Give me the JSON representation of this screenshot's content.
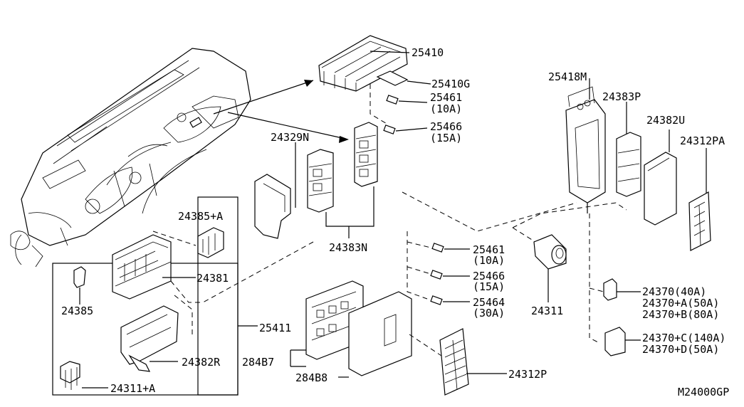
{
  "diagram_id": "M24000GP",
  "labels": {
    "p25410": "25410",
    "p25410G": "25410G",
    "p25461a": "25461",
    "p25461a_rating": "(10A)",
    "p25466a": "25466",
    "p25466a_rating": "(15A)",
    "p24329N": "24329N",
    "p24383N": "24383N",
    "p25418M": "25418M",
    "p24383P": "24383P",
    "p24382U": "24382U",
    "p24312PA": "24312PA",
    "p24385A": "24385+A",
    "p24381": "24381",
    "p24385": "24385",
    "p24382R": "24382R",
    "p25411": "25411",
    "p24311A": "24311+A",
    "p25461b": "25461",
    "p25461b_rating": "(10A)",
    "p25466b": "25466",
    "p25466b_rating": "(15A)",
    "p25464": "25464",
    "p25464_rating": "(30A)",
    "p24311": "24311",
    "p284B7": "284B7",
    "p284B8": "284B8",
    "p24312P": "24312P",
    "p24370_40": "24370(40A)",
    "p24370_A": "24370+A(50A)",
    "p24370_B": "24370+B(80A)",
    "p24370_C": "24370+C(140A)",
    "p24370_D": "24370+D(50A)"
  }
}
